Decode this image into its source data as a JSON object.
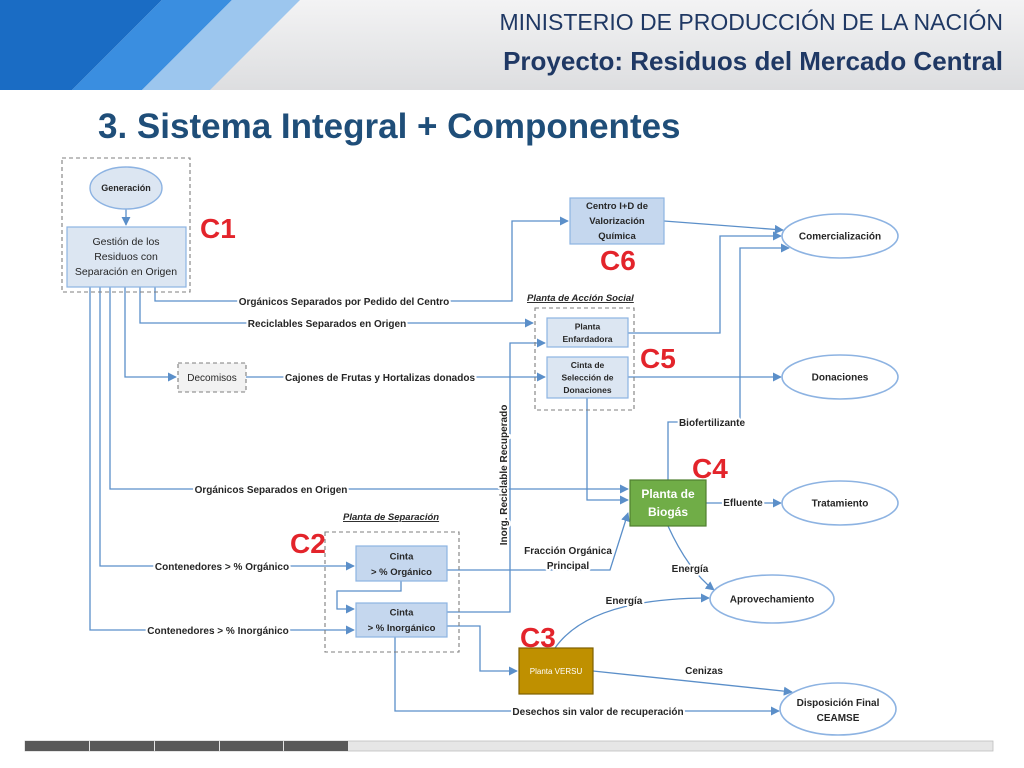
{
  "header": {
    "ministry": "MINISTERIO DE PRODUCCIÓN DE LA NACIÓN",
    "project": "Proyecto: Residuos del Mercado Central"
  },
  "slide": {
    "title": "3. Sistema Integral + Componentes"
  },
  "diagram": {
    "components": {
      "c1": "C1",
      "c2": "C2",
      "c3": "C3",
      "c4": "C4",
      "c5": "C5",
      "c6": "C6"
    },
    "groups": {
      "accion_social": "Planta de Acción Social",
      "separacion": "Planta de Separación"
    },
    "nodes": {
      "generacion": [
        "Generación"
      ],
      "gestion": [
        "Gestión de los",
        "Residuos con",
        "Separación en Origen"
      ],
      "centro_id": [
        "Centro I+D de",
        "Valorización",
        "Química"
      ],
      "enfardadora": [
        "Planta",
        "Enfardadora"
      ],
      "cinta_seleccion": [
        "Cinta de",
        "Selección de",
        "Donaciones"
      ],
      "decomisos": [
        "Decomisos"
      ],
      "biogas": [
        "Planta de",
        "Biogás"
      ],
      "cinta_organico": [
        "Cinta",
        "> % Orgánico"
      ],
      "cinta_inorganico": [
        "Cinta",
        "> % Inorgánico"
      ],
      "versu": [
        "Planta VERSU"
      ],
      "comercializacion": [
        "Comercialización"
      ],
      "donaciones": [
        "Donaciones"
      ],
      "tratamiento": [
        "Tratamiento"
      ],
      "aprovechamiento": [
        "Aprovechamiento"
      ],
      "disposicion": [
        "Disposición Final",
        "CEAMSE"
      ]
    },
    "flows": {
      "organicos_pedido": "Orgánicos Separados por Pedido del Centro",
      "reciclables": "Reciclables Separados en Origen",
      "cajones": "Cajones de Frutas y Hortalizas donados",
      "biofertilizante": "Biofertilizante",
      "inorg_recuperado": "Inorg. Reciclable Recuperado",
      "organicos_origen": "Orgánicos Separados en Origen",
      "efluente": "Efluente",
      "contenedores_organico": "Contenedores > % Orgánico",
      "contenedores_inorganico": "Contenedores > % Inorgánico",
      "fraccion_organica": [
        "Fracción Orgánica",
        "Principal"
      ],
      "energia_biogas": "Energía",
      "energia_versu": "Energía",
      "cenizas": "Cenizas",
      "desechos": "Desechos sin valor de recuperación"
    }
  },
  "colors": {
    "header_text": "#1f3864",
    "title_text": "#1f4e79",
    "component_label": "#e3242b",
    "flow_line": "#5b8fc9",
    "biogas_fill": "#70ad47",
    "versu_fill": "#bf9000",
    "box_fill": "#c5d7ee"
  }
}
